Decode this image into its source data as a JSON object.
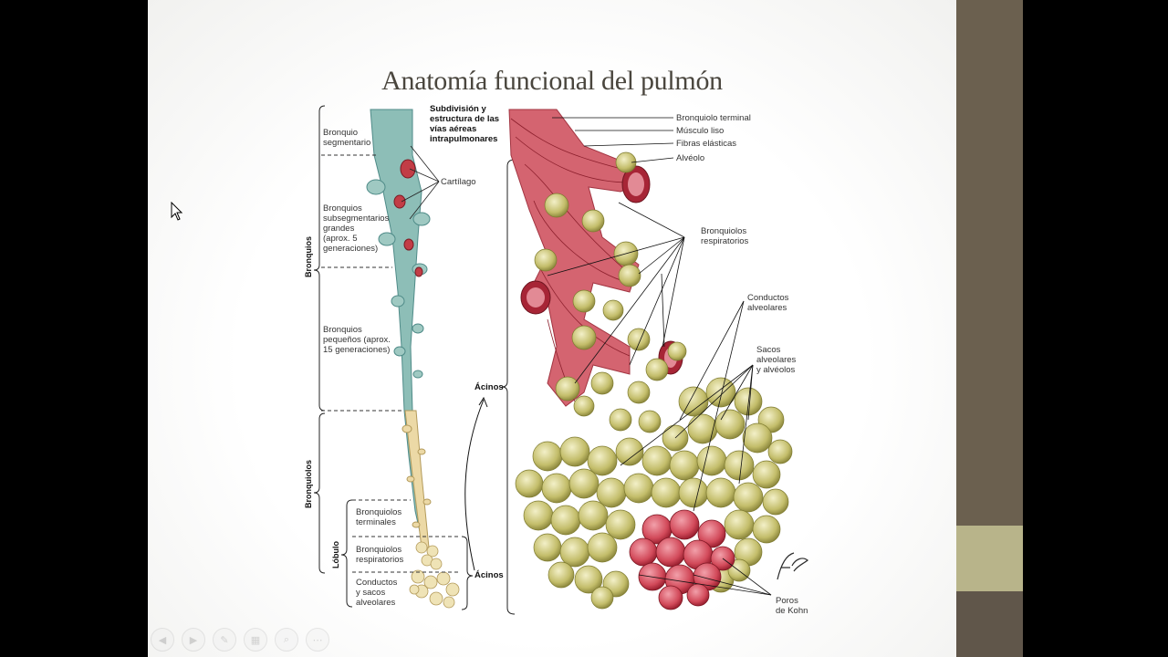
{
  "slide": {
    "title": "Anatomía funcional del pulmón",
    "subdivision_heading": "Subdivisión y\nestructura de las\nvías aéreas\nintrapulmonares",
    "left_labels": {
      "bronquio_segmentario": "Bronquio\nsegmentario",
      "cartilago": "Cartílago",
      "bronquios_subsegmentarios": "Bronquios\nsubsegmentarios\ngrandes\n(aprox. 5\ngeneraciones)",
      "bronquios_pequenos": "Bronquios\npequeños (aprox.\n15 generaciones)",
      "bronquiolos_terminales": "Bronquiolos\nterminales",
      "bronquiolos_respiratorios": "Bronquiolos\nrespiratorios",
      "conductos_sacos": "Conductos\ny sacos\nalveolares"
    },
    "bracket_labels": {
      "bronquios": "Bronquios",
      "bronquiolos": "Bronquiolos",
      "lobulo": "Lóbulo",
      "acinos_small": "Ácinos",
      "acinos_large": "Ácinos"
    },
    "right_labels": {
      "bronquiolo_terminal": "Bronquiolo terminal",
      "musculo_liso": "Músculo liso",
      "fibras_elasticas": "Fibras elásticas",
      "alveolo": "Alvéolo",
      "bronquiolos_respiratorios": "Bronquiolos\nrespiratorios",
      "conductos_alveolares": "Conductos\nalveolares",
      "sacos_alveolares": "Sacos\nalveolares\ny alvéolos",
      "poros_kohn": "Poros\nde Kohn"
    },
    "signature": "F. Netter"
  },
  "toolbar": {
    "icons": [
      "back-icon",
      "forward-icon",
      "pen-icon",
      "slides-icon",
      "zoom-icon",
      "more-icon"
    ]
  },
  "colors": {
    "frame": "#000000",
    "deco_dark": "#6b604f",
    "deco_light": "#b8b48a",
    "airway": "#7fb3b0",
    "muscle": "#c8353a",
    "alveoli": "#b9b462"
  }
}
